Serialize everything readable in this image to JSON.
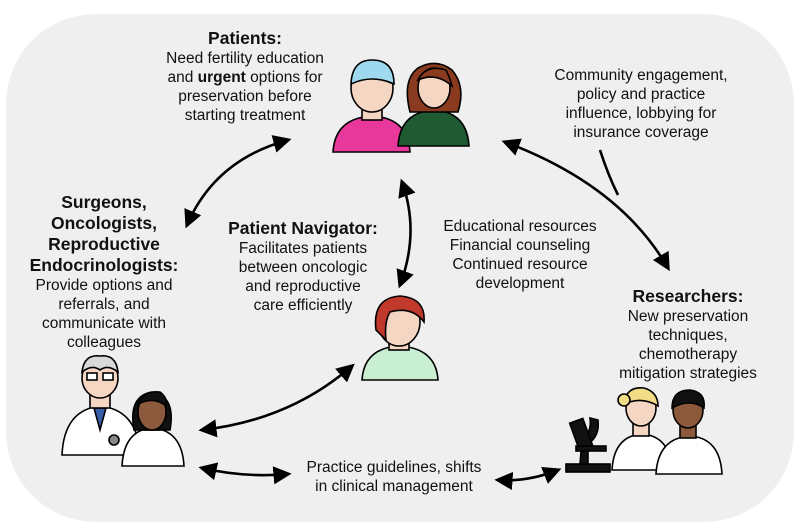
{
  "patients": {
    "heading": "Patients:",
    "line1": "Need fertility education",
    "line2_pre": "and ",
    "line2_bold": "urgent",
    "line2_post": " options for",
    "line3": "preservation before",
    "line4": "starting treatment"
  },
  "community": {
    "line1": "Community engagement,",
    "line2": "policy and practice",
    "line3": "influence, lobbying for",
    "line4": "insurance coverage"
  },
  "surgeons": {
    "heading1": "Surgeons,",
    "heading2": "Oncologists,",
    "heading3": "Reproductive",
    "heading4": "Endocrinologists:",
    "line1": "Provide options and",
    "line2": "referrals, and",
    "line3": "communicate with",
    "line4": "colleagues"
  },
  "navigator": {
    "heading": "Patient Navigator:",
    "line1": "Facilitates patients",
    "line2": "between oncologic",
    "line3": "and reproductive",
    "line4": "care efficiently"
  },
  "resources": {
    "line1": "Educational resources",
    "line2": "Financial counseling",
    "line3": "Continued resource",
    "line4": "development"
  },
  "researchers": {
    "heading": "Researchers:",
    "line1": "New preservation",
    "line2": "techniques,",
    "line3": "chemotherapy",
    "line4": "mitigation strategies"
  },
  "guidelines": {
    "line1": "Practice guidelines, shifts",
    "line2": "in clinical management"
  },
  "colors": {
    "panel": "#efefef",
    "patient_pink_shirt": "#e8389b",
    "patient_green_shirt": "#1f5a33",
    "navigator_hair": "#c0392b",
    "navigator_shirt": "#c9efd3",
    "skin": "#f5d6c2",
    "microscope": "#111111"
  }
}
